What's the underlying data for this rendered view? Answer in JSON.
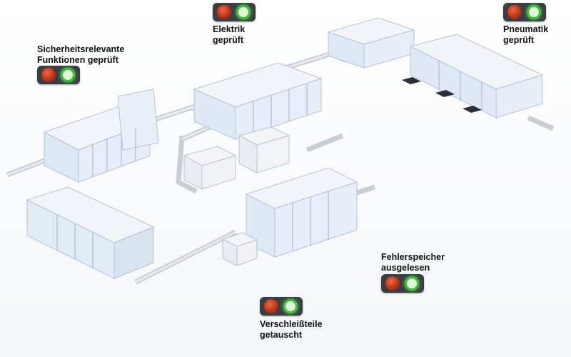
{
  "title": "Produktionslinie – Wartungsstatus",
  "colors": {
    "panel": "#3a3d42",
    "lamp_red": "#c83a1c",
    "lamp_green": "#3bbf35",
    "machine_frame": "#cfd8e6",
    "machine_glass": "#dde8f5",
    "machine_body": "#eef0f3"
  },
  "indicators": [
    {
      "id": "sicherheit",
      "lines": [
        "Sicherheitsrelevante",
        "Funktionen geprüft"
      ],
      "red": "off",
      "green": "on"
    },
    {
      "id": "elektrik",
      "lines": [
        "Elektrik",
        "geprüft"
      ],
      "red": "off",
      "green": "on"
    },
    {
      "id": "pneumatik",
      "lines": [
        "Pneumatik",
        "geprüft"
      ],
      "red": "off",
      "green": "on"
    },
    {
      "id": "fehlerspeicher",
      "lines": [
        "Fehlerspeicher",
        "ausgelesen"
      ],
      "red": "off",
      "green": "on"
    },
    {
      "id": "verschleiss",
      "lines": [
        "Verschleißteile",
        "getauscht"
      ],
      "red": "off",
      "green": "on"
    }
  ]
}
